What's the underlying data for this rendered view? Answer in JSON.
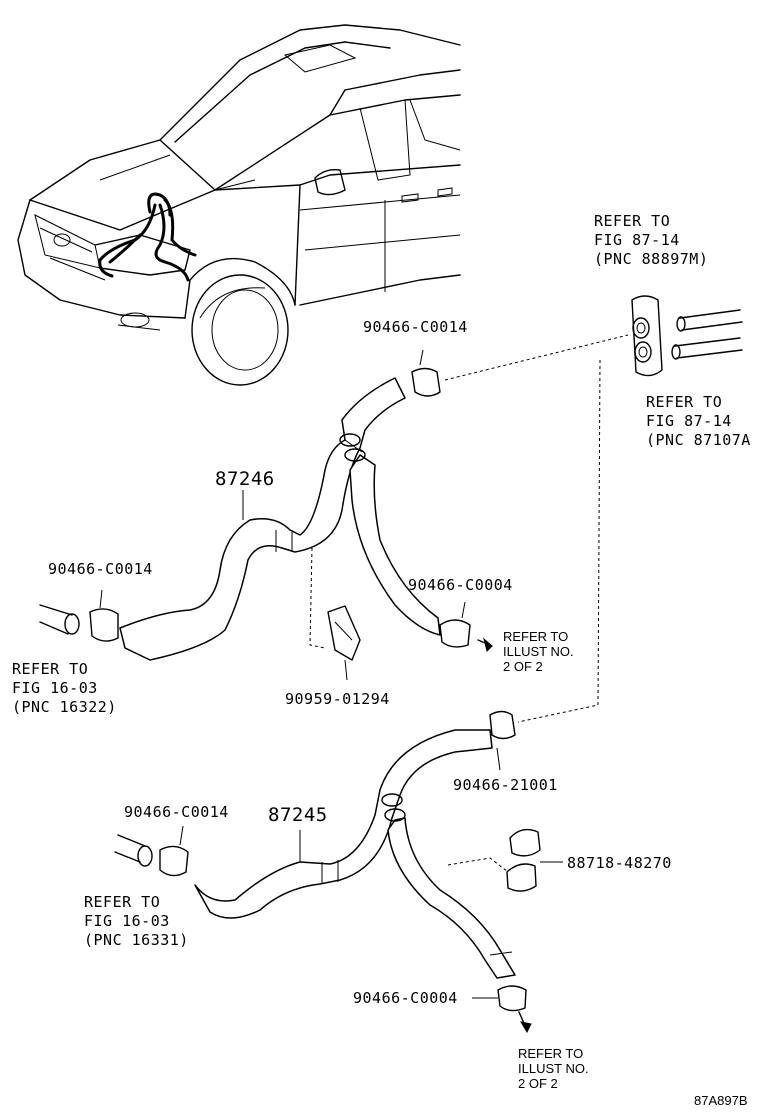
{
  "diagram": {
    "code": "87A897B",
    "parts": {
      "upper_hose": "87246",
      "lower_hose": "87245",
      "clamp_upper_top": "90466-C0014",
      "clamp_upper_left": "90466-C0014",
      "clamp_upper_right": "90466-C0004",
      "clip_upper": "90959-01294",
      "clamp_lower_top": "90466-21001",
      "clamp_lower_left": "90466-C0014",
      "clamp_lower_right": "90466-C0004",
      "clamp_lower_side": "88718-48270"
    },
    "refs": {
      "ref_88897m": [
        "REFER TO",
        "FIG 87-14",
        "(PNC 88897M)"
      ],
      "ref_87107": [
        "REFER TO",
        "FIG 87-14",
        "(PNC 87107A"
      ],
      "ref_16322": [
        "REFER TO",
        "FIG 16-03",
        "(PNC 16322)"
      ],
      "ref_16331": [
        "REFER TO",
        "FIG 16-03",
        "(PNC 16331)"
      ],
      "ref_illust_upper": [
        "REFER TO",
        "ILLUST NO.",
        "2 OF 2"
      ],
      "ref_illust_lower": [
        "REFER TO",
        "ILLUST NO.",
        "2 OF 2"
      ]
    }
  }
}
